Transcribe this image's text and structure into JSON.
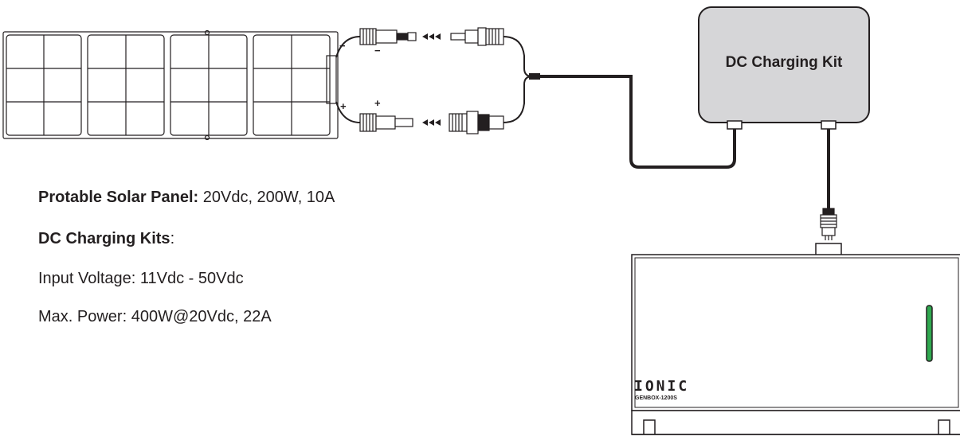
{
  "dc_kit": {
    "label": "DC Charging Kit"
  },
  "specs": {
    "panel_label": "Protable Solar Panel:",
    "panel_value": " 20Vdc, 200W, 10A",
    "kits_label": "DC Charging Kits",
    "kits_suffix": ":",
    "input_voltage": "Input Voltage: 11Vdc - 50Vdc",
    "max_power": "Max. Power: 400W@20Vdc, 22A"
  },
  "battery": {
    "brand": "IONIC",
    "model": "GENBOX-1200S"
  },
  "connectors": {
    "minus": "−",
    "plus": "+"
  },
  "colors": {
    "kit_fill": "#d6d6d8",
    "indicator": "#2fa84f",
    "line": "#231f20"
  }
}
